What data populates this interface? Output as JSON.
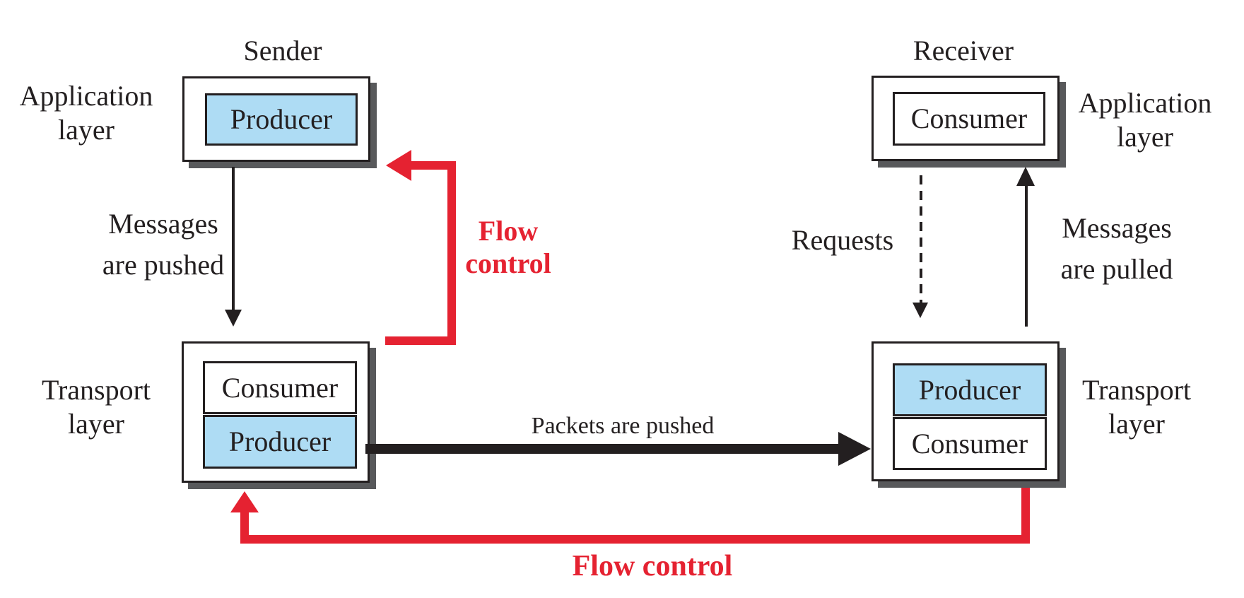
{
  "colors": {
    "background": "#ffffff",
    "ink": "#231f20",
    "red": "#e52231",
    "blue_fill": "#aedcf4",
    "shadow_gray": "#58595b"
  },
  "sender_side": {
    "title": "Sender",
    "application_layer_label": [
      "Application",
      "layer"
    ],
    "application_entity": "Producer",
    "push_label": [
      "Messages",
      "are pushed"
    ],
    "transport_layer_label": [
      "Transport",
      "layer"
    ],
    "transport_entities": [
      "Consumer",
      "Producer"
    ],
    "flow_control_label": [
      "Flow",
      "control"
    ]
  },
  "receiver_side": {
    "title": "Receiver",
    "application_layer_label": [
      "Application",
      "layer"
    ],
    "application_entity": "Consumer",
    "requests_label": "Requests",
    "pull_label": [
      "Messages",
      "are pulled"
    ],
    "transport_layer_label": [
      "Transport",
      "layer"
    ],
    "transport_entities": [
      "Producer",
      "Consumer"
    ]
  },
  "channel": {
    "packets_label": "Packets are pushed",
    "flow_control_label": "Flow control"
  }
}
